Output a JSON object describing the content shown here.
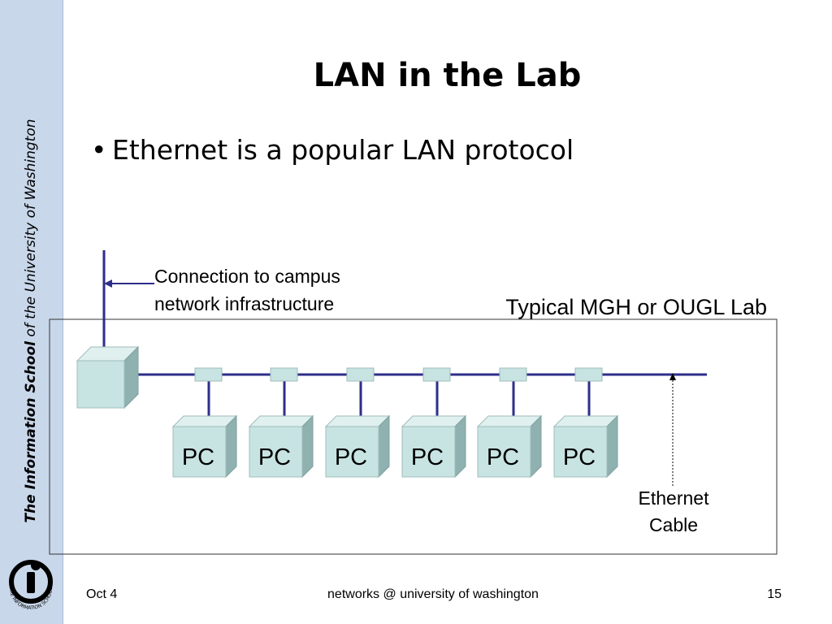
{
  "sidebar": {
    "school_bold": "The Information School",
    "of1": "of",
    "the": "the",
    "university": "University",
    "of2": "of",
    "washington": "Washington",
    "logo_text": "THE INFORMATION SCHOOL"
  },
  "slide": {
    "title": "LAN in the Lab",
    "bullet_symbol": "•",
    "bullet": "Ethernet is a popular LAN protocol"
  },
  "diagram": {
    "connection_label_line1": "Connection to campus",
    "connection_label_line2": "network infrastructure",
    "lab_label": "Typical MGH or OUGL Lab",
    "cable_label_line1": "Ethernet",
    "cable_label_line2": "Cable",
    "pc_labels": [
      "PC",
      "PC",
      "PC",
      "PC",
      "PC",
      "PC"
    ],
    "colors": {
      "cable": "#2e2e8a",
      "box_front": "#c7e4e3",
      "box_side": "#8fb1b0",
      "box_top": "#dff0ef"
    }
  },
  "footer": {
    "date": "Oct 4",
    "center": "networks @ university of washington",
    "page": "15"
  }
}
